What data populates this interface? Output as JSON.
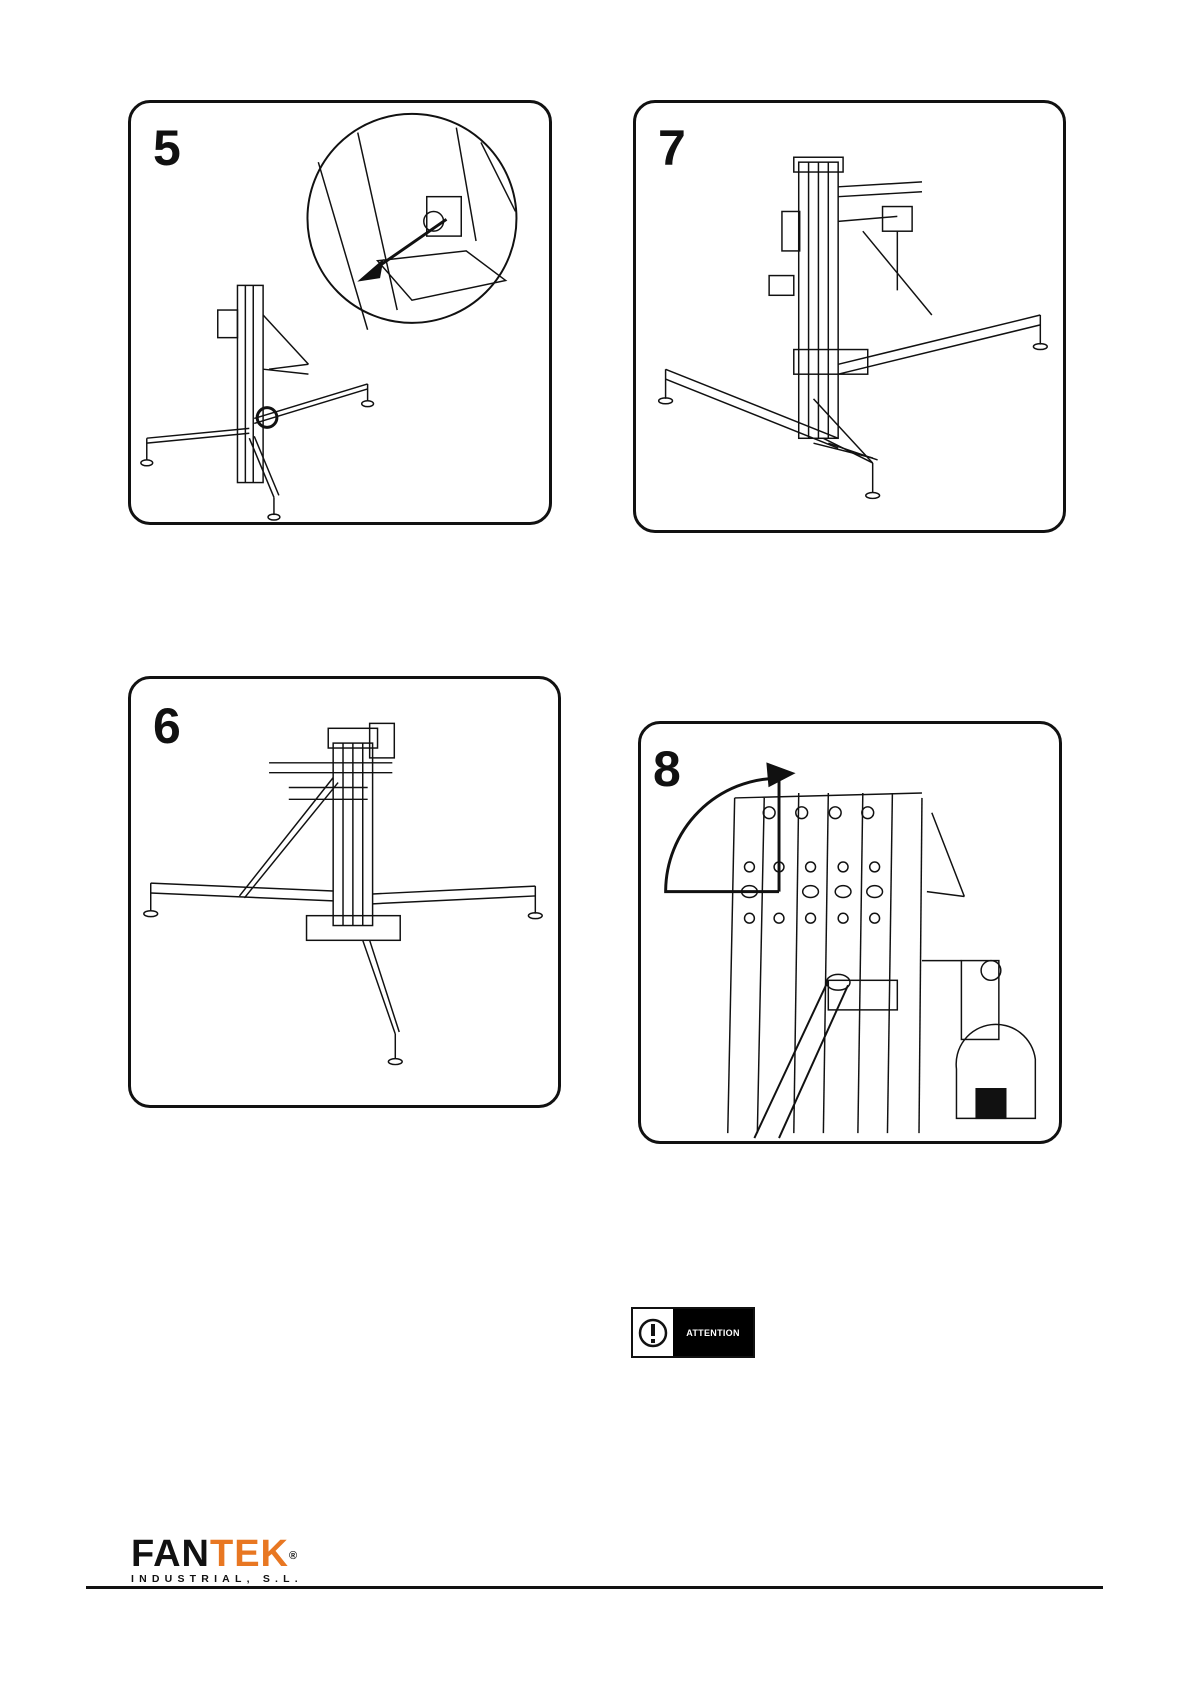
{
  "steps": [
    {
      "number": "5"
    },
    {
      "number": "6"
    },
    {
      "number": "7"
    },
    {
      "number": "8"
    }
  ],
  "attention": {
    "label": "ATTENTION",
    "icon": "exclamation-icon"
  },
  "logo": {
    "part1": "FAN",
    "part2": "TEK",
    "registered": "®",
    "subtitle": "INDUSTRIAL, S.L."
  },
  "colors": {
    "brand_dark": "#111111",
    "brand_orange": "#e87722"
  }
}
